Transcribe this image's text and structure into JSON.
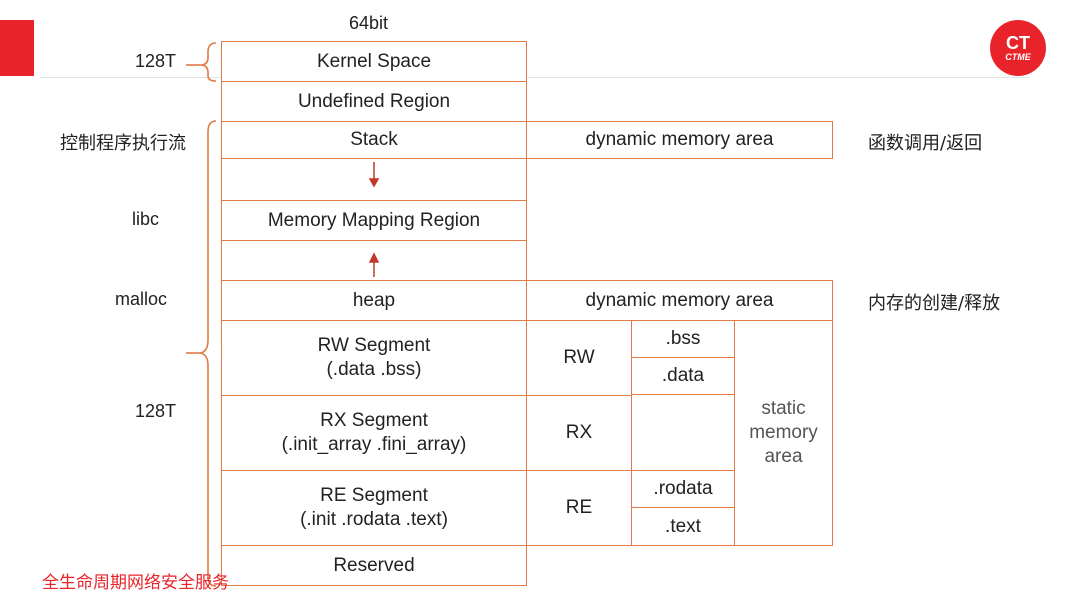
{
  "header": {
    "top_label": "64bit"
  },
  "logo": {
    "mark": "CT",
    "text": "CTME"
  },
  "left_labels": {
    "kernel_size": "128T",
    "control_flow": "控制程序执行流",
    "libc": "libc",
    "malloc": "malloc",
    "user_size": "128T"
  },
  "regions": {
    "kernel": "Kernel Space",
    "undefined": "Undefined Region",
    "stack": "Stack",
    "mmap": "Memory Mapping Region",
    "heap": "heap",
    "rw_line1": "RW Segment",
    "rw_line2": "(.data .bss)",
    "rx_line1": "RX Segment",
    "rx_line2": "(.init_array .fini_array)",
    "re_line1": "RE Segment",
    "re_line2": "(.init .rodata .text)",
    "reserved": "Reserved"
  },
  "side": {
    "stack_dynamic": "dynamic memory area",
    "heap_dynamic": "dynamic memory area",
    "rw": "RW",
    "rx": "RX",
    "re": "RE",
    "bss": ".bss",
    "data": ".data",
    "rodata": ".rodata",
    "text": ".text",
    "static_line1": "static",
    "static_line2": "memory",
    "static_line3": "area"
  },
  "right_labels": {
    "stack_note": "函数调用/返回",
    "heap_note": "内存的创建/释放"
  },
  "footer": {
    "text": "全生命周期网络安全服务"
  },
  "colors": {
    "border": "#e07b45",
    "accent_red": "#e8232a",
    "arrow": "#c0392b"
  }
}
